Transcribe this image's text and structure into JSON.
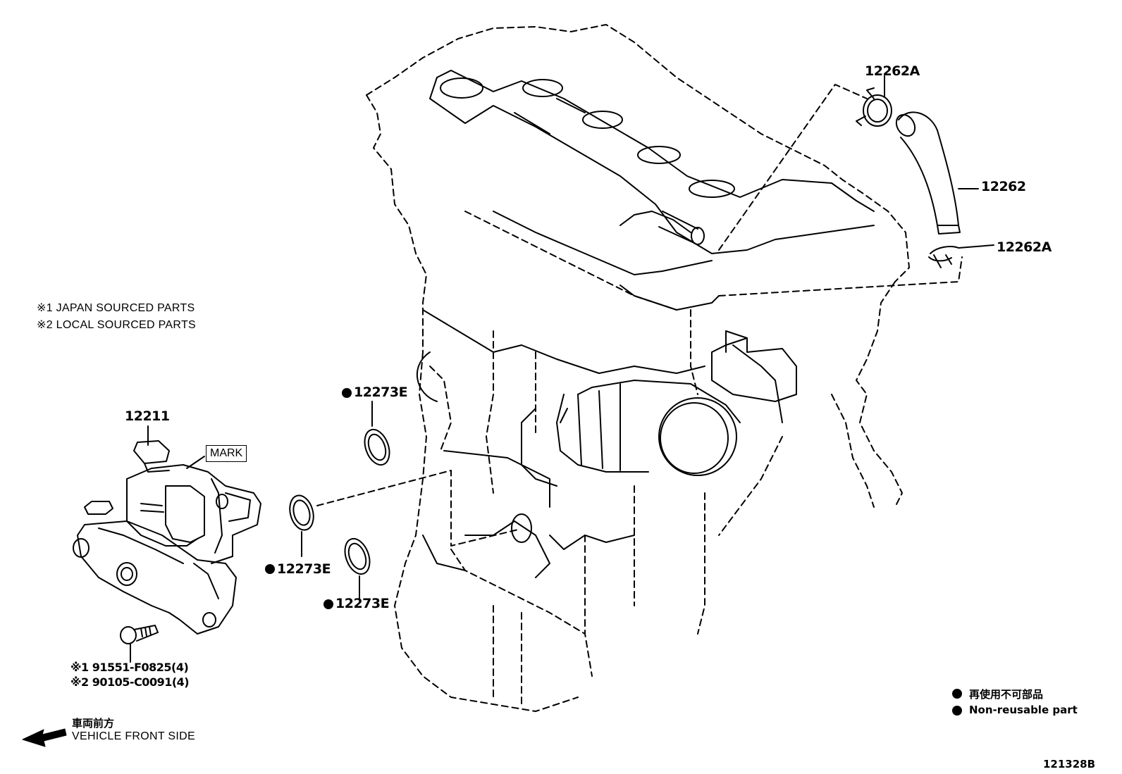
{
  "notes": {
    "line1": "※1 JAPAN SOURCED PARTS",
    "line2": "※2 LOCAL SOURCED PARTS"
  },
  "parts": {
    "hose_clamp_top": "12262A",
    "hose": "12262",
    "hose_clamp_bottom": "12262A",
    "oil_separator": "12211",
    "mark": "MARK",
    "gasket_top": "12273E",
    "gasket_mid": "12273E",
    "gasket_low": "12273E",
    "bolt_line1": "※1 91551-F0825(4)",
    "bolt_line2": "※2 90105-C0091(4)"
  },
  "legend": {
    "jp": "再使用不可部品",
    "en": "Non-reusable part"
  },
  "front": {
    "jp": "車両前方",
    "en": "VEHICLE FRONT SIDE"
  },
  "figure_id": "121328B"
}
